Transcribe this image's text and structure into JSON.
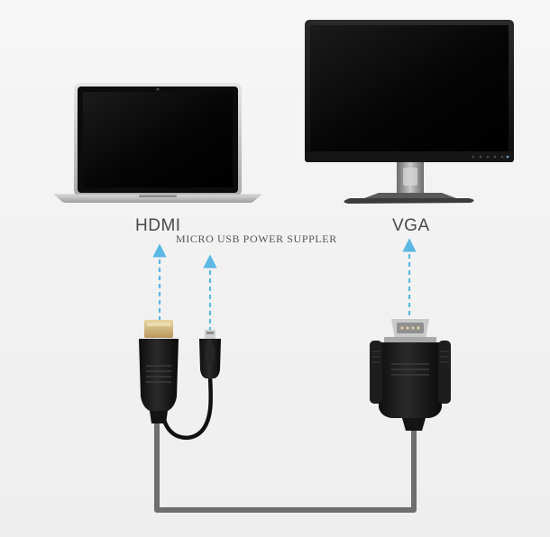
{
  "labels": {
    "hdmi": "HDMI",
    "micro_usb": "MICRO USB POWER SUPPLER",
    "vga": "VGA"
  },
  "colors": {
    "background": "#f2f2f2",
    "arrow": "#5bb8e3",
    "cable": "#6e6e6e",
    "connector": "#151515",
    "label_text": "#4a4a4a"
  }
}
